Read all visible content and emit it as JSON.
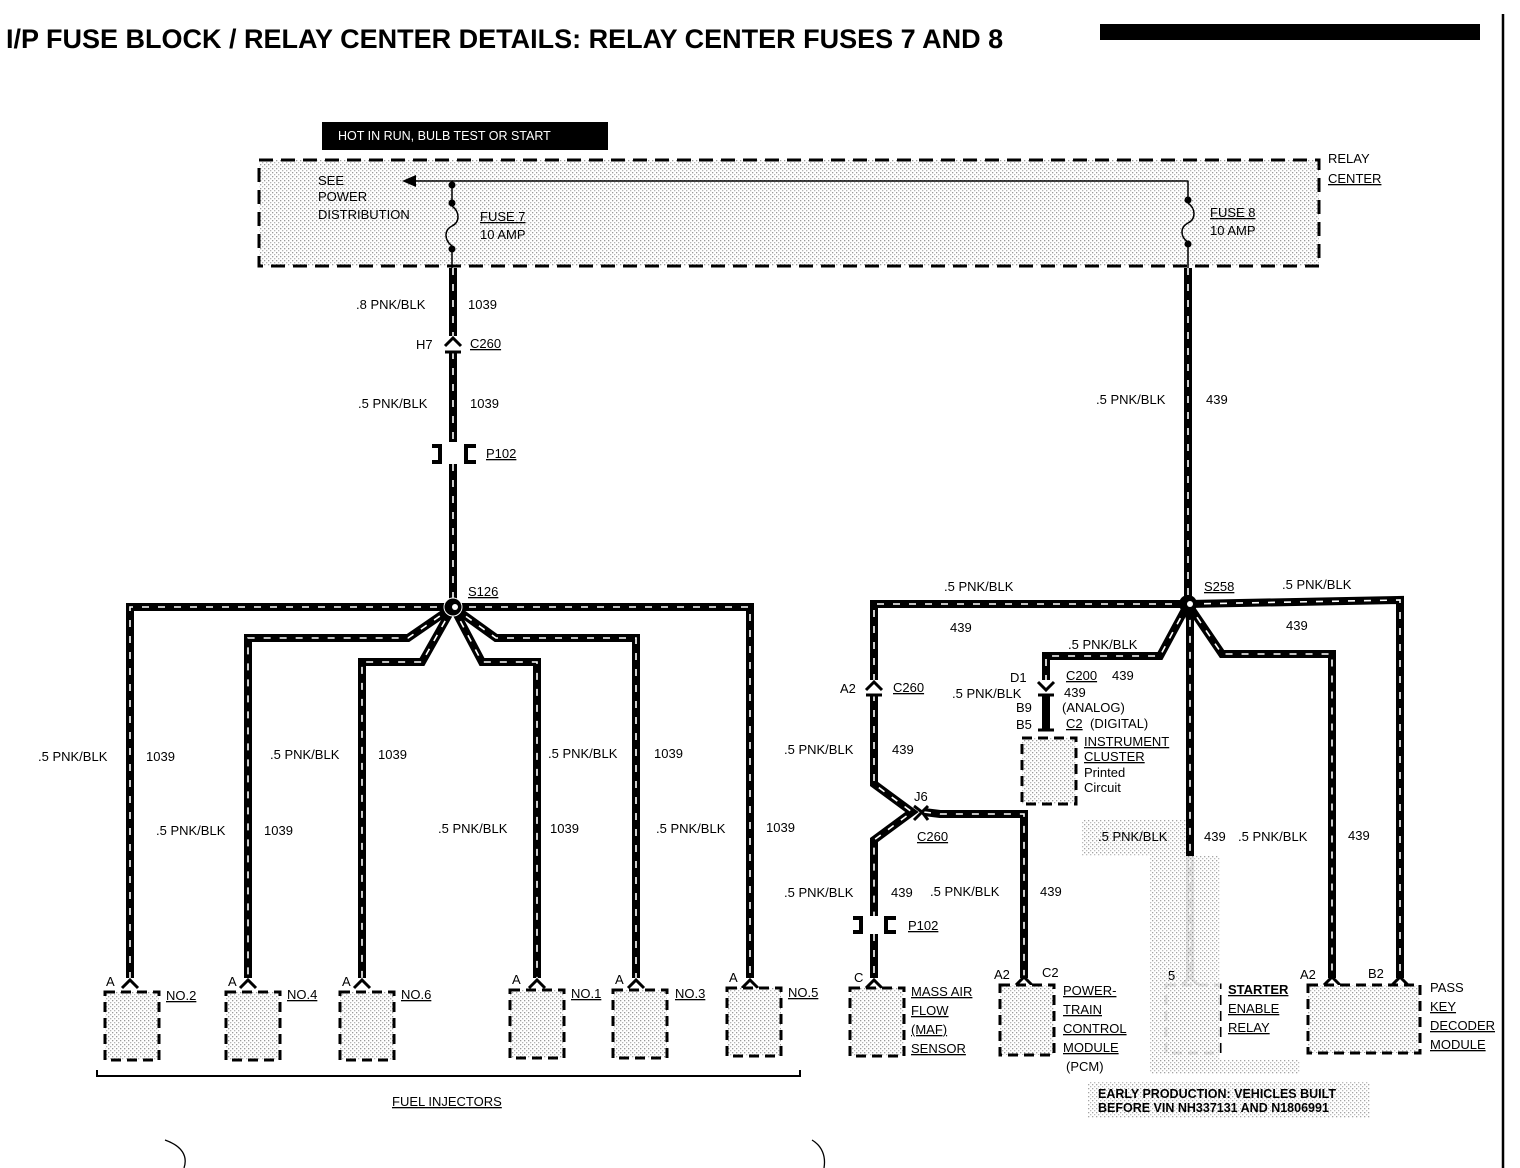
{
  "title": "I/P FUSE BLOCK / RELAY CENTER DETAILS: RELAY CENTER FUSES 7 AND 8",
  "hot_label": "HOT IN RUN, BULB TEST OR START",
  "relay_center": {
    "line1": "RELAY",
    "line2": "CENTER"
  },
  "see_power": {
    "line1": "SEE",
    "line2": "POWER",
    "line3": "DISTRIBUTION"
  },
  "fuse7": {
    "name": "FUSE 7",
    "rating": "10 AMP"
  },
  "fuse8": {
    "name": "FUSE 8",
    "rating": "10 AMP"
  },
  "left_circuit": {
    "wire_08": ".8 PNK/BLK",
    "circuit": "1039",
    "pin_h7": "H7",
    "c260": "C260",
    "wire_05": ".5 PNK/BLK",
    "p102": "P102",
    "splice": "S126"
  },
  "right_circuit": {
    "wire_05": ".5 PNK/BLK",
    "circuit": "439",
    "splice": "S258"
  },
  "injector_branches": [
    {
      "wire": ".5 PNK/BLK",
      "circuit": "1039",
      "pin": "A",
      "name": "NO.2"
    },
    {
      "wire": ".5 PNK/BLK",
      "circuit": "1039",
      "pin": "A",
      "name": "NO.4"
    },
    {
      "wire": ".5 PNK/BLK",
      "circuit": "1039",
      "pin": "A",
      "name": "NO.6"
    },
    {
      "wire": ".5 PNK/BLK",
      "circuit": "1039",
      "pin": "A",
      "name": "NO.1"
    },
    {
      "wire": ".5 PNK/BLK",
      "circuit": "1039",
      "pin": "A",
      "name": "NO.3"
    },
    {
      "wire": ".5 PNK/BLK",
      "circuit": "1039",
      "pin": "A",
      "name": "NO.5"
    }
  ],
  "fuel_injectors": "FUEL INJECTORS",
  "maf_branch": {
    "top_wire": ".5 PNK/BLK",
    "top_circuit": "439",
    "pin_a2": "A2",
    "c260": "C260",
    "mid_wire": ".5 PNK/BLK",
    "mid_circuit": "439",
    "j6": "J6",
    "c260b": "C260",
    "low_wire": ".5 PNK/BLK",
    "low_circuit": "439",
    "p102": "P102",
    "pin": "C",
    "name1": "MASS AIR",
    "name2": "FLOW",
    "name3": "(MAF)",
    "name4": "SENSOR"
  },
  "pcm_branch": {
    "wire": ".5 PNK/BLK",
    "circuit": "439",
    "pin_a2": "A2",
    "pin_c2": "C2",
    "name1": "POWER-",
    "name2": "TRAIN",
    "name3": "CONTROL",
    "name4": "MODULE",
    "name5": "(PCM)"
  },
  "cluster_branch": {
    "wire": ".5 PNK/BLK",
    "d1": "D1",
    "c200": "C200",
    "c200_circuit": "439",
    "wire2": ".5 PNK/BLK",
    "circuit2": "439",
    "analog": "(ANALOG)",
    "b9": "B9",
    "b5": "B5",
    "c2": "C2",
    "digital": "(DIGITAL)",
    "name1": "INSTRUMENT",
    "name2": "CLUSTER",
    "name3": "Printed",
    "name4": "Circuit"
  },
  "starter_branch": {
    "wire": ".5 PNK/BLK",
    "circuit": "439",
    "pin": "5",
    "name1": "STARTER",
    "name2": "ENABLE",
    "name3": "RELAY"
  },
  "passkey_branch": {
    "top_wire": ".5 PNK/BLK",
    "top_circuit": "439",
    "wire": ".5 PNK/BLK",
    "circuit": "439",
    "pin_a2": "A2",
    "pin_b2": "B2",
    "name1": "PASS",
    "name2": "KEY",
    "name3": "DECODER",
    "name4": "MODULE"
  },
  "top_right_wire": ".5 PNK/BLK",
  "early_note": {
    "line1": "EARLY PRODUCTION: VEHICLES BUILT",
    "line2": "BEFORE VIN NH337131 AND N1806991"
  }
}
